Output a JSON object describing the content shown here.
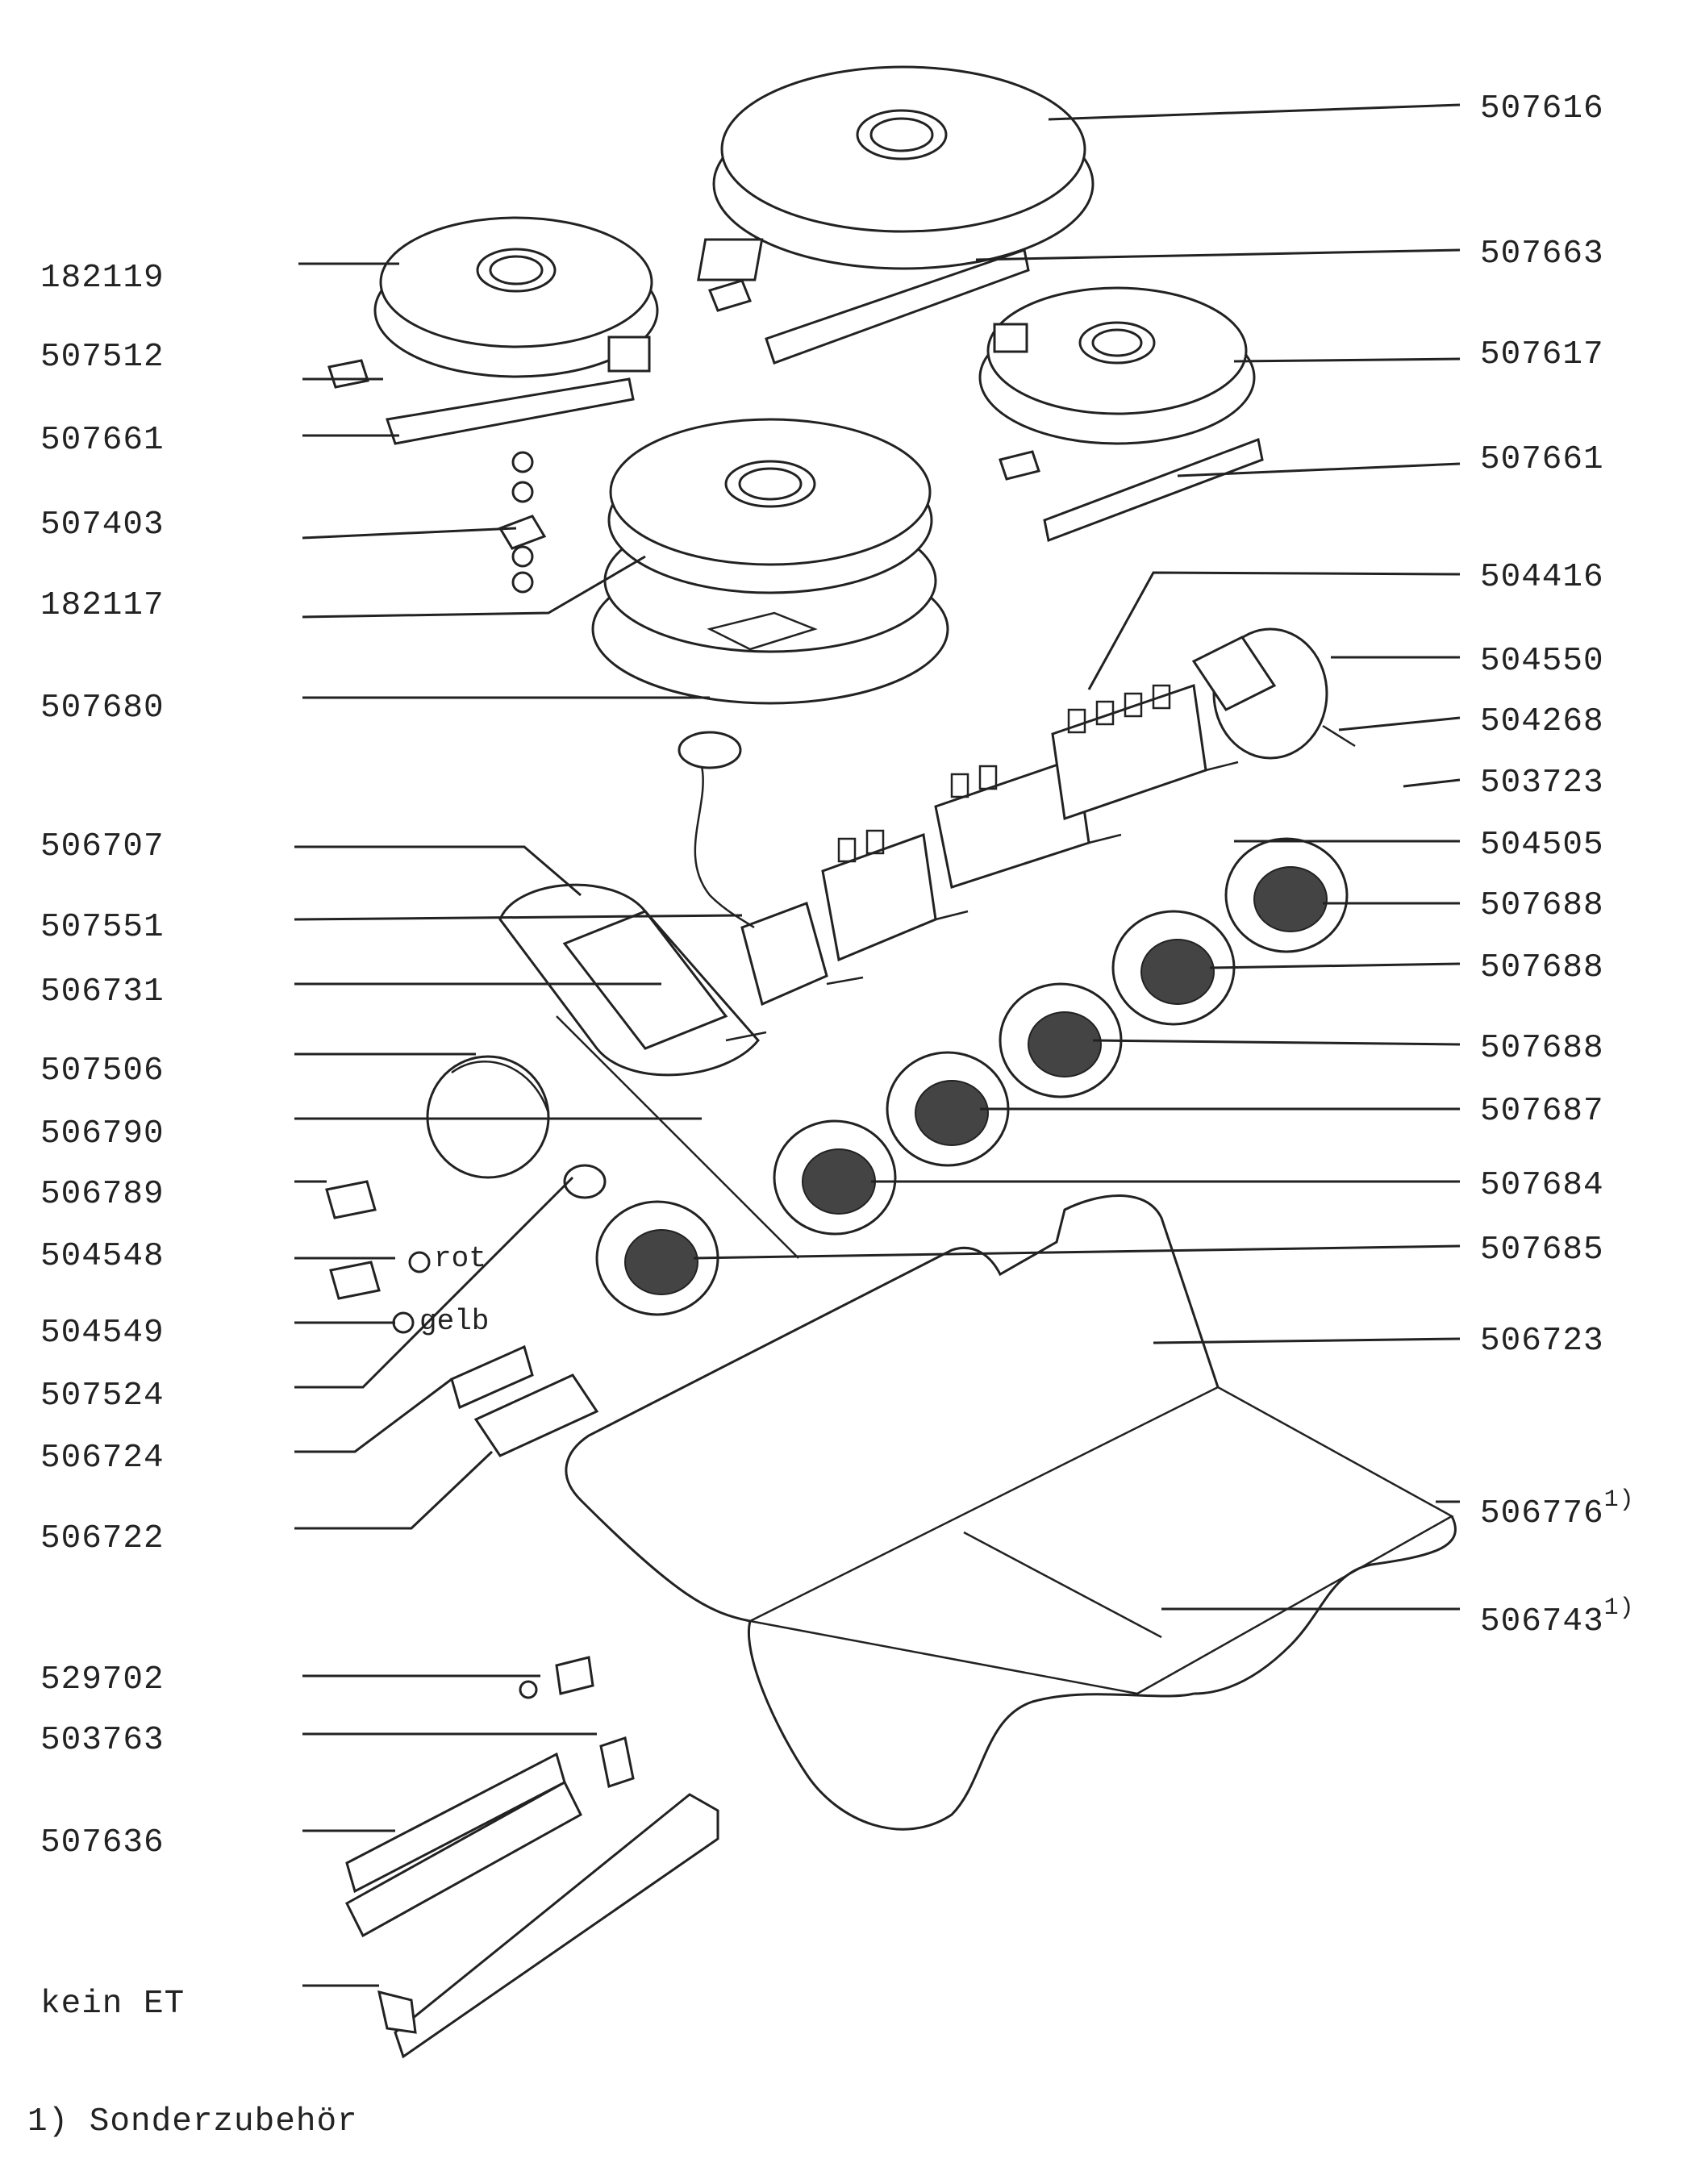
{
  "left_labels": [
    {
      "text": "182119"
    },
    {
      "text": "507512"
    },
    {
      "text": "507661"
    },
    {
      "text": "507403"
    },
    {
      "text": "182117"
    },
    {
      "text": "507680"
    },
    {
      "text": "506707"
    },
    {
      "text": "507551"
    },
    {
      "text": "506731"
    },
    {
      "text": "507506"
    },
    {
      "text": "506790"
    },
    {
      "text": "506789"
    },
    {
      "text": "504548"
    },
    {
      "text": "504549"
    },
    {
      "text": "507524"
    },
    {
      "text": "506724"
    },
    {
      "text": "506722"
    },
    {
      "text": "529702"
    },
    {
      "text": "503763"
    },
    {
      "text": "507636"
    },
    {
      "text": "kein ET"
    }
  ],
  "right_labels": [
    {
      "text": "507616"
    },
    {
      "text": "507663"
    },
    {
      "text": "507617"
    },
    {
      "text": "507661"
    },
    {
      "text": "504416"
    },
    {
      "text": "504550"
    },
    {
      "text": "504268"
    },
    {
      "text": "503723"
    },
    {
      "text": "504505"
    },
    {
      "text": "507688"
    },
    {
      "text": "507688"
    },
    {
      "text": "507688"
    },
    {
      "text": "507687"
    },
    {
      "text": "507684"
    },
    {
      "text": "507685"
    },
    {
      "text": "506723"
    },
    {
      "text": "506776",
      "note": "1)"
    },
    {
      "text": "506743",
      "note": "1)"
    }
  ],
  "wire_tags": {
    "red": "rot",
    "yellow": "gelb"
  },
  "footnote": "1) Sonderzubehör"
}
